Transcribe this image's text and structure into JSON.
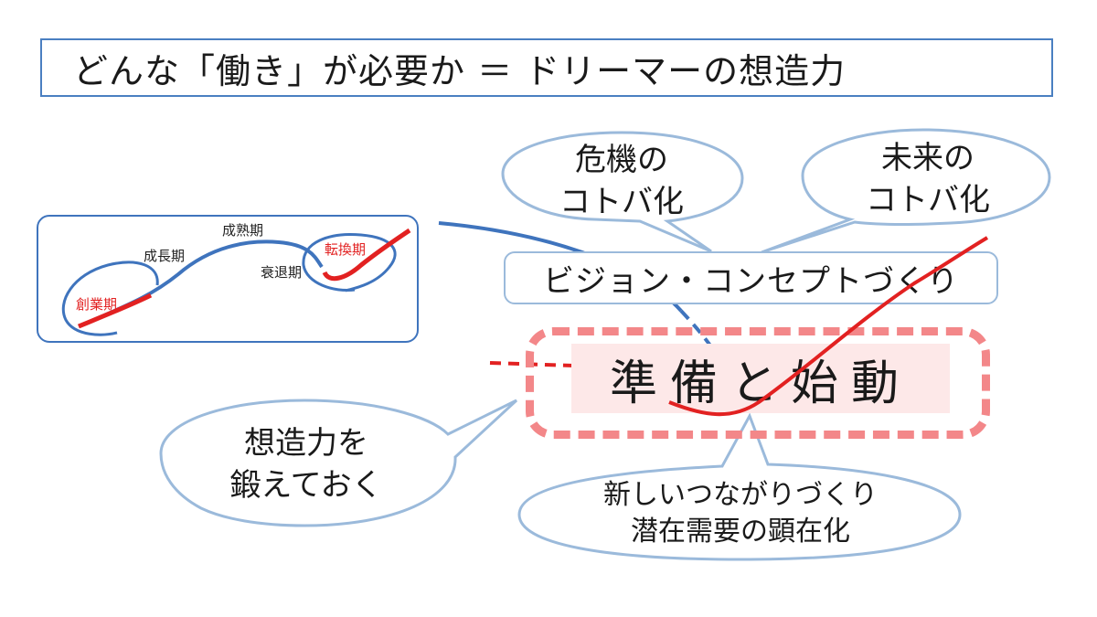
{
  "title": "どんな「働き」が必要か ＝ ドリーマーの想造力",
  "lifecycle": {
    "stages": {
      "founding": "創業期",
      "growth": "成長期",
      "mature": "成熟期",
      "decline": "衰退期",
      "transition": "転換期"
    }
  },
  "bubbles": {
    "crisis": [
      "危機の",
      "コトバ化"
    ],
    "future": [
      "未来の",
      "コトバ化"
    ],
    "imagination": [
      "想造力を",
      "鍛えておく"
    ],
    "connections": [
      "新しいつながりづくり",
      "潜在需要の顕在化"
    ]
  },
  "vision": "ビジョン・コンセプトづくり",
  "main": "準備と始動",
  "colors": {
    "title_border": "#4a7fc1",
    "curve_blue": "#3f74bd",
    "curve_red": "#e22121",
    "bubble_border": "#9bbadb",
    "dashed_border": "#f38789",
    "main_fill": "#fde8e8"
  }
}
